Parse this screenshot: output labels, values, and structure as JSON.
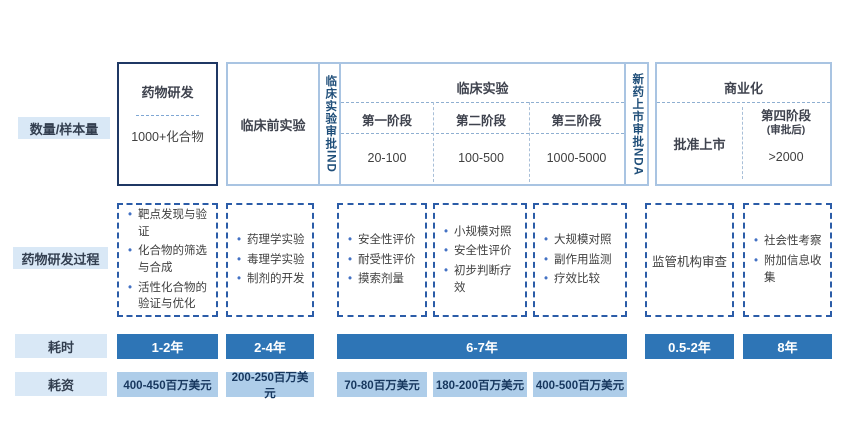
{
  "colors": {
    "navy_border": "#1f3864",
    "light_blue_border": "#a9c4e2",
    "dashed_line": "#8fafd1",
    "process_dash_border": "#2b5ca8",
    "vertical_label_text": "#1f4e79",
    "heading_text": "#3f434e",
    "body_text": "#404040",
    "bullet": "#4472c4",
    "time_bar_bg": "#2e75b6",
    "time_bar_text": "#ffffff",
    "cost_bar_bg": "#aecde9",
    "cost_bar_text": "#17375e",
    "row_label_bg": "#d9e8f6"
  },
  "row_labels": {
    "quantity": "数量/样本量",
    "process": "药物研发过程",
    "time": "耗时",
    "cost": "耗资"
  },
  "stages": {
    "discovery": {
      "title": "药物研发",
      "sample": "1000+化合物"
    },
    "preclinical": {
      "title": "临床前实验"
    },
    "ind": {
      "title": "临床实验审批IND"
    },
    "clinical": {
      "title": "临床实验",
      "phases": [
        {
          "label": "第一阶段",
          "sample": "20-100"
        },
        {
          "label": "第二阶段",
          "sample": "100-500"
        },
        {
          "label": "第三阶段",
          "sample": "1000-5000"
        }
      ]
    },
    "nda": {
      "title": "新药上市审批NDA"
    },
    "commercial": {
      "title": "商业化",
      "approval": "批准上市",
      "phase4": {
        "label": "第四阶段",
        "note": "(审批后)",
        "sample": ">2000"
      }
    }
  },
  "process_boxes": [
    {
      "name": "discovery",
      "items": [
        "靶点发现与验证",
        "化合物的筛选与合成",
        "活性化合物的验证与优化"
      ]
    },
    {
      "name": "preclinical",
      "items": [
        "药理学实验",
        "毒理学实验",
        "制剂的开发"
      ]
    },
    {
      "name": "phase1",
      "items": [
        "安全性评价",
        "耐受性评价",
        "摸索剂量"
      ]
    },
    {
      "name": "phase2",
      "items": [
        "小规模对照",
        "安全性评价",
        "初步判断疗效"
      ]
    },
    {
      "name": "phase3",
      "items": [
        "大规模对照",
        "副作用监测",
        "疗效比较"
      ]
    },
    {
      "name": "regulatory-review",
      "text": "监管机构审查"
    },
    {
      "name": "phase4",
      "items": [
        "社会性考察",
        "附加信息收集"
      ]
    }
  ],
  "time_bars": [
    "1-2年",
    "2-4年",
    "6-7年",
    "0.5-2年",
    "8年"
  ],
  "cost_bars": [
    "400-450百万美元",
    "200-250百万美元",
    "70-80百万美元",
    "180-200百万美元",
    "400-500百万美元"
  ]
}
